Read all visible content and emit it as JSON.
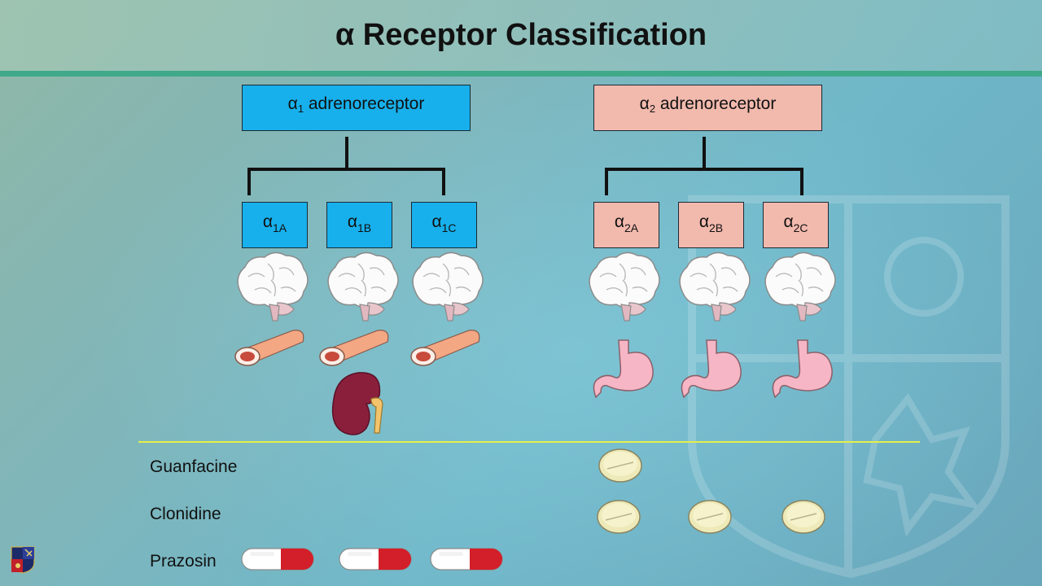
{
  "title": "α Receptor Classification",
  "alpha1": {
    "label_main": "α",
    "label_sub": "1",
    "label_rest": " adrenoreceptor",
    "subtypes": [
      {
        "symbol": "α",
        "sub": "1A"
      },
      {
        "symbol": "α",
        "sub": "1B"
      },
      {
        "symbol": "α",
        "sub": "1C"
      }
    ]
  },
  "alpha2": {
    "label_main": "α",
    "label_sub": "2",
    "label_rest": " adrenoreceptor",
    "subtypes": [
      {
        "symbol": "α",
        "sub": "2A"
      },
      {
        "symbol": "α",
        "sub": "2B"
      },
      {
        "symbol": "α",
        "sub": "2C"
      }
    ]
  },
  "drugs": [
    {
      "name": "Guanfacine",
      "pill": "tablet",
      "targets": [
        "2A"
      ]
    },
    {
      "name": "Clonidine",
      "pill": "tablet",
      "targets": [
        "2A",
        "2B",
        "2C"
      ]
    },
    {
      "name": "Prazosin",
      "pill": "capsule",
      "targets": [
        "1A",
        "1B",
        "1C"
      ]
    }
  ],
  "icons": {
    "subtype_tissues": {
      "1A": [
        "brain-icon",
        "blood-vessel-icon"
      ],
      "1B": [
        "brain-icon",
        "blood-vessel-icon",
        "kidney-icon"
      ],
      "1C": [
        "brain-icon",
        "blood-vessel-icon"
      ],
      "2A": [
        "brain-icon",
        "stomach-icon"
      ],
      "2B": [
        "brain-icon",
        "stomach-icon"
      ],
      "2C": [
        "brain-icon",
        "stomach-icon"
      ]
    }
  },
  "colors": {
    "alpha1_box": "#17b0ec",
    "alpha2_box": "#f2b9ad",
    "header_rule": "#3fa98a",
    "divider": "#e7ef48"
  }
}
